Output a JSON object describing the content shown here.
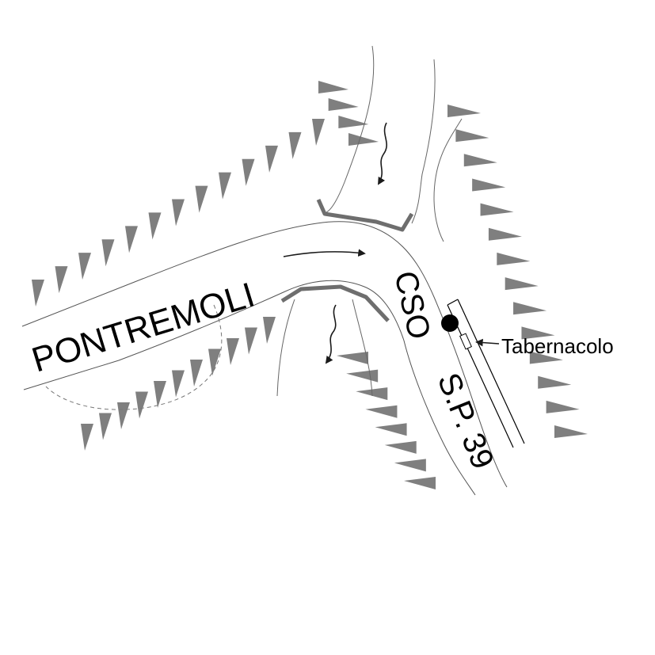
{
  "labels": {
    "town": "PONTREMOLI",
    "cso": "CSO",
    "road_number": "S.P. 39",
    "tabernacle": "Tabernacolo"
  },
  "colors": {
    "background": "#ffffff",
    "hachure": "#7f7f7f",
    "road_outline": "#555555",
    "wall": "#6e6e6e",
    "ink": "#000000"
  },
  "icons": {
    "flow_arrow": "arrow-icon",
    "stream_arrow": "wavy-arrow-icon",
    "tabernacle_marker": "filled-circle-icon"
  }
}
